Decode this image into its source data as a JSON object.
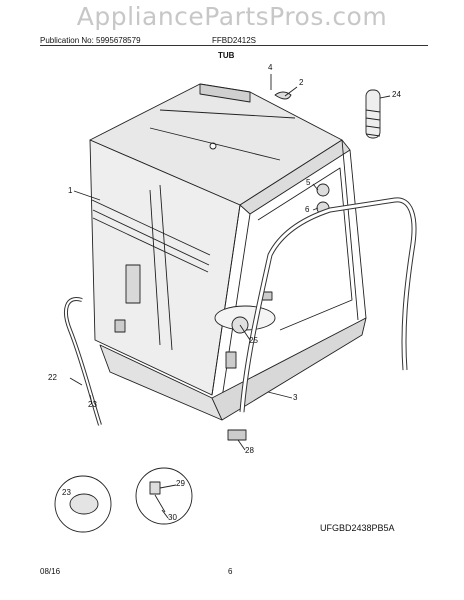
{
  "watermark": "AppliancePartsPros.com",
  "header": {
    "publication": "Publication No: 5995678579",
    "model": "FFBD2412S",
    "title": "TUB"
  },
  "callouts": {
    "c1": "1",
    "c2": "2",
    "c3": "3",
    "c4": "4",
    "c5": "5",
    "c6": "6",
    "c22": "22",
    "c23a": "23",
    "c23b": "23",
    "c24": "24",
    "c25": "25",
    "c28": "28",
    "c29": "29",
    "c30": "30"
  },
  "diagram_code": "UFGBD2438PB5A",
  "footer": {
    "date": "08/16",
    "page": "6"
  }
}
